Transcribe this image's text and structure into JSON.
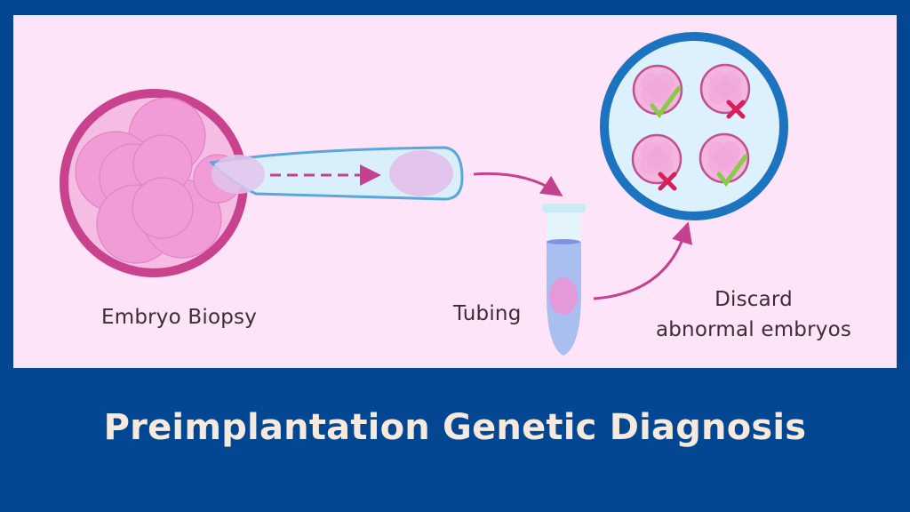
{
  "diagram": {
    "steps": [
      {
        "label": "Embryo Biopsy"
      },
      {
        "label": "Tubing"
      },
      {
        "label": "Discard abnormal embryos",
        "lines": [
          "Discard",
          "abnormal embryos"
        ]
      }
    ],
    "embryo_results": [
      "normal",
      "abnormal",
      "abnormal",
      "normal"
    ]
  },
  "title": "Preimplantation Genetic Diagnosis",
  "colors": {
    "background": "#034692",
    "panel": "#fde4f8",
    "embryo_ring": "#c8428e",
    "cell": "#f29ad6",
    "pipette": "#d9f0fb",
    "pipette_border": "#5aa7d8",
    "dish_ring": "#1c74c0",
    "arrow": "#c4418f",
    "check": "#8bc94a",
    "cross": "#d6205a",
    "title_text": "#f6e9de"
  }
}
